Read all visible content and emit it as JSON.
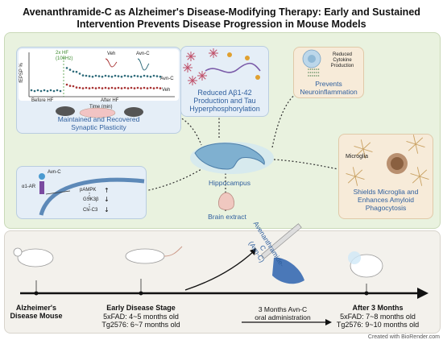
{
  "title": {
    "line1": "Avenanthramide-C as Alzheimer's Disease-Modifying Therapy: Early and Sustained",
    "line2": "Intervention Prevents Disease Progression in Mouse Models"
  },
  "plasticity_panel": {
    "graph_labels": {
      "y_axis": "fEPSP %",
      "hf_label_line1": "2x HF",
      "hf_label_line2": "(100Hz)",
      "legend_veh": "Veh",
      "legend_avn": "Avn-C",
      "series_avn": "Avn-C",
      "series_veh": "Veh",
      "before": "Before HF",
      "after": "After HF",
      "time": "Time (min)"
    },
    "caption_line1": "Maintained and Recovered",
    "caption_line2": "Synaptic Plasticity"
  },
  "abeta_panel": {
    "line1": "Reduced Aβ1-42",
    "line2": "Production and Tau",
    "line3": "Hyperphosphorylation"
  },
  "inflammation_panel": {
    "cytokine_line1": "Reduced",
    "cytokine_line2": "Cytokine",
    "cytokine_line3": "Production",
    "caption_line1": "Prevents",
    "caption_line2": "Neuroinflammation"
  },
  "signaling_panel": {
    "avn": "Avn-C",
    "receptor": "α1-AR",
    "pampk": "pAMPK",
    "gsk": "GSK3β",
    "clv": "Clv-C3"
  },
  "microglia_panel": {
    "label": "Microglia",
    "caption_line1": "Shields Microglia and",
    "caption_line2": "Enhances Amyloid",
    "caption_line3": "Phagocytosis"
  },
  "center": {
    "hippocampus": "Hippocampus",
    "brain_extract": "Brain extract"
  },
  "timeline": {
    "mouse_label_line1": "Alzheimer's",
    "mouse_label_line2": "Disease Mouse",
    "early_title": "Early Disease Stage",
    "early_5xfad": "5xFAD: 4~5 months old",
    "early_tg": "Tg2576: 6~7 months old",
    "drug_line1": "Avenanthramide-C",
    "drug_line2": "(Avn-C)",
    "treat_line1": "3 Months Avn-C",
    "treat_line2": "oral administration",
    "after_title": "After 3 Months",
    "after_5xfad": "5xFAD: 7~8 months old",
    "after_tg": "Tg2576: 9~10 months old"
  },
  "credit": "Created with BioRender.com",
  "colors": {
    "panel_green": "#e9f2df",
    "panel_blue": "#e5eef7",
    "panel_tan": "#f7ebd9",
    "timeline_bg": "#f3f1ec",
    "text_blue": "#2f5f9e",
    "series_avn": "#2e6b7a",
    "series_veh": "#a83232"
  }
}
